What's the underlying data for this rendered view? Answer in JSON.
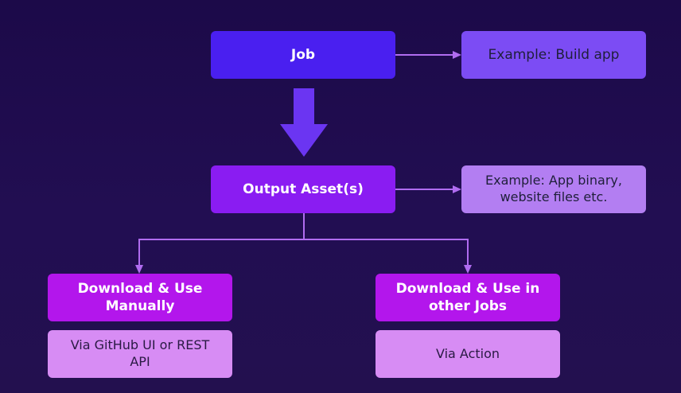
{
  "job": {
    "label": "Job"
  },
  "job_example": {
    "label": "Example: Build app"
  },
  "output": {
    "label": "Output Asset(s)"
  },
  "output_example": {
    "label": "Example: App binary,\nwebsite files etc."
  },
  "download_manual": {
    "label": "Download & Use\nManually"
  },
  "download_jobs": {
    "label": "Download & Use in\nother Jobs"
  },
  "via_github": {
    "label": "Via GitHub UI or REST\nAPI"
  },
  "via_action": {
    "label": "Via Action"
  },
  "colors": {
    "background": "#1e0c4e",
    "job": "#4a1ff0",
    "job_example": "#7c4cf4",
    "output": "#8a1cf2",
    "output_example": "#b37ef2",
    "download": "#b316ec",
    "via": "#d78cf4",
    "connector": "#b06cf0",
    "big_arrow": "#6b35f2"
  }
}
